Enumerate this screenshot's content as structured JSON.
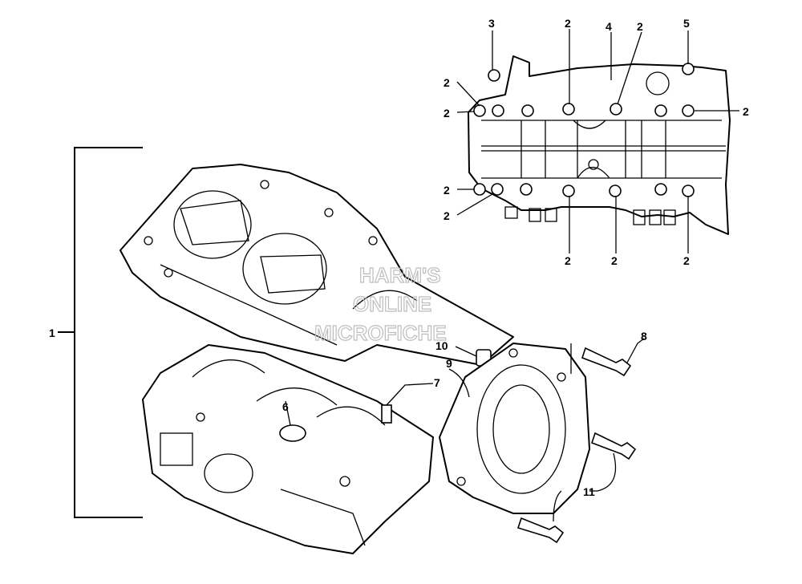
{
  "callouts": {
    "c1": "1",
    "c2": "2",
    "c3": "3",
    "c4": "4",
    "c5": "5",
    "c6": "6",
    "c7": "7",
    "c8": "8",
    "c9": "9",
    "c10": "10",
    "c11": "11"
  },
  "watermark": {
    "line1": "HARM'S",
    "line2": "ONLINE",
    "line3": "MICROFICHE"
  },
  "colors": {
    "ink": "#000000",
    "background": "#ffffff",
    "watermark": "#bdbdbd"
  }
}
